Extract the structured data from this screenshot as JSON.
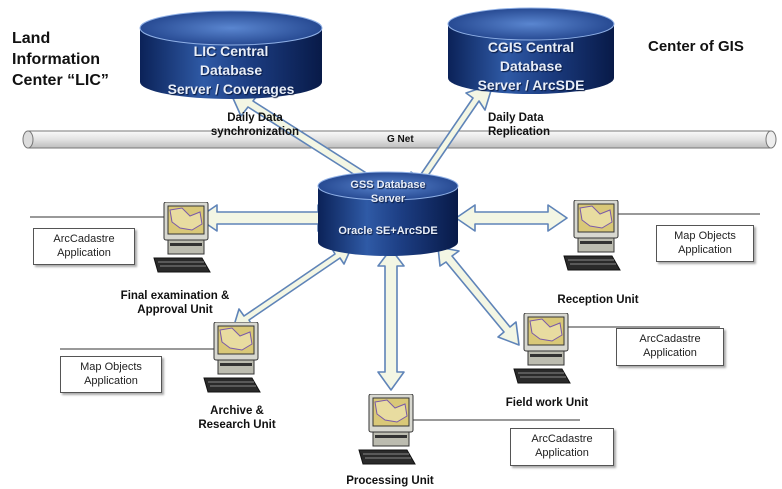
{
  "labels": {
    "lic_center": "Land\nInformation\nCenter “LIC”",
    "gis_center": "Center of GIS",
    "sync": "Daily Data\nsynchronization",
    "replication": "Daily Data\nReplication",
    "gnet": "G Net"
  },
  "databases": {
    "lic": "LIC Central\nDatabase\nServer / Coverages",
    "cgis": "CGIS Central\nDatabase\nServer / ArcSDE",
    "gss_title": "GSS Database\nServer",
    "gss_sub": "Oracle SE+ArcSDE"
  },
  "units": {
    "final": "Final examination &\nApproval Unit",
    "reception": "Reception Unit",
    "archive": "Archive &\nResearch Unit",
    "field": "Field work Unit",
    "processing": "Processing  Unit"
  },
  "apps": {
    "final": "ArcCadastre\nApplication",
    "reception": "Map Objects\nApplication",
    "archive": "Map Objects\nApplication",
    "field": "ArcCadastre\nApplication",
    "processing": "ArcCadastre\nApplication"
  },
  "colors": {
    "db_dark": "#0d2a66",
    "db_mid": "#3b65b0",
    "arrow_fill": "#f3f6e4",
    "arrow_stroke": "#5f84b8"
  }
}
